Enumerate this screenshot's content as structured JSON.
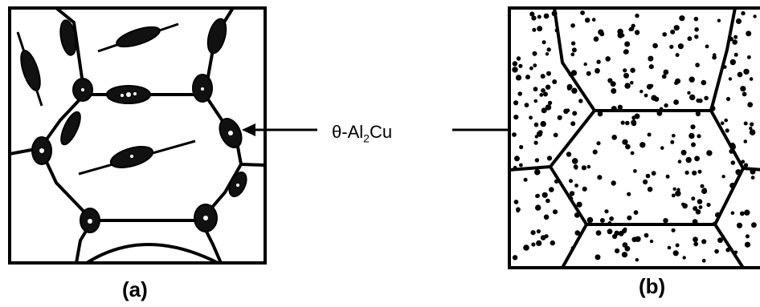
{
  "label": {
    "symbol": "θ",
    "prefix": "-Al",
    "subscript": "2",
    "suffix": "Cu"
  },
  "captions": {
    "a": "(a)",
    "b": "(b)"
  }
}
